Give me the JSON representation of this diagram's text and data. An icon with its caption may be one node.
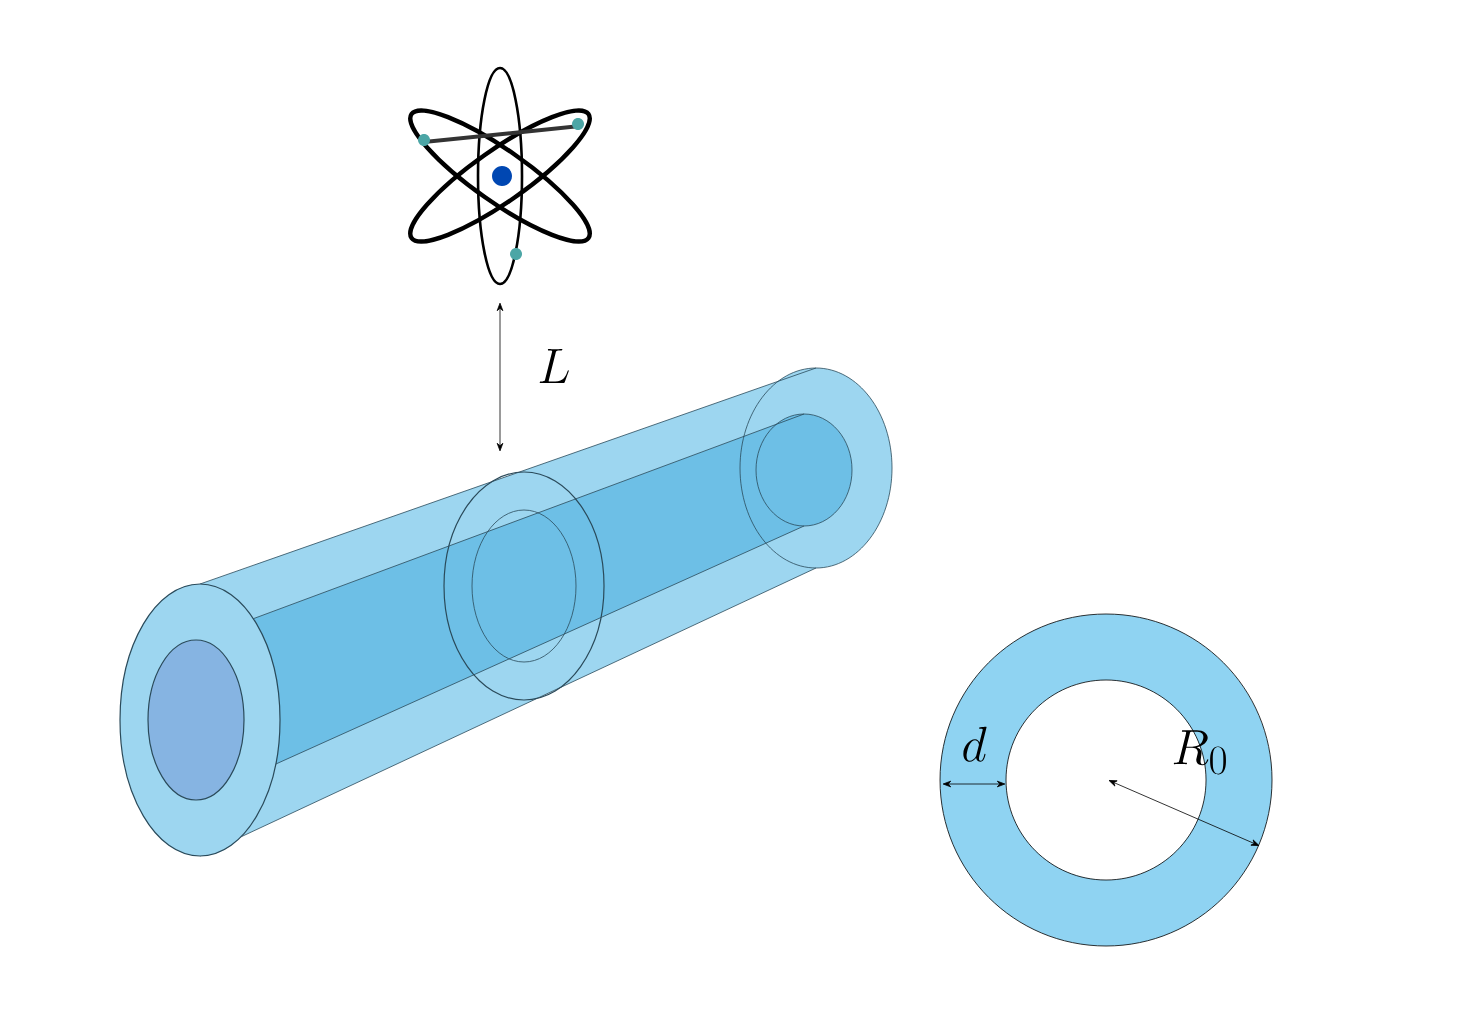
{
  "diagram": {
    "labels": [
      "L",
      "d",
      "R_0"
    ]
  }
}
